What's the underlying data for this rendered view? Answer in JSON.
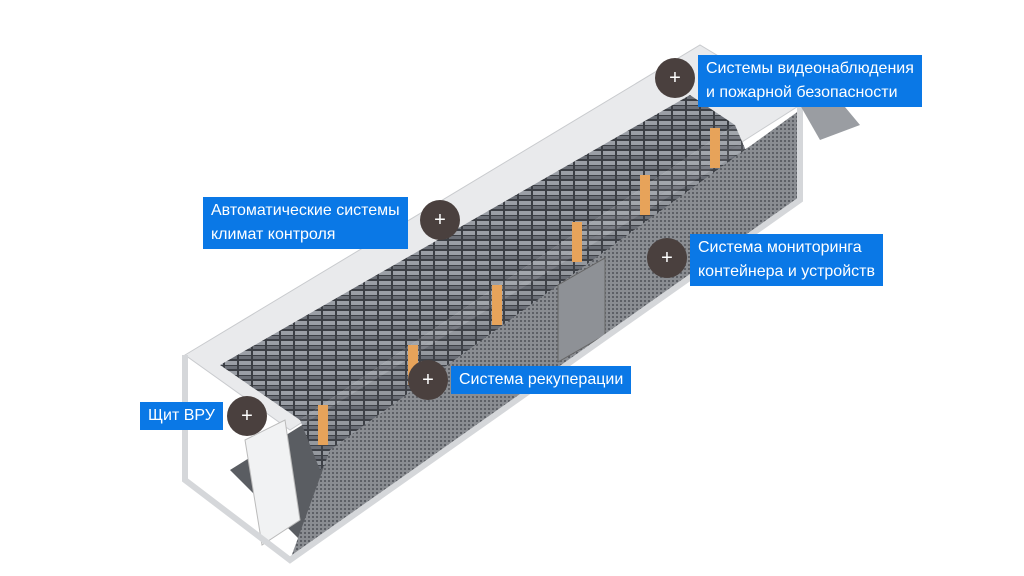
{
  "hotspots": [
    {
      "id": "video-fire",
      "label_line1": "Системы видеонаблюдения",
      "label_line2": "и пожарной безопасности",
      "icon": "plus-icon",
      "symbol": "+"
    },
    {
      "id": "climate",
      "label_line1": "Автоматические системы",
      "label_line2": "климат контроля",
      "icon": "plus-icon",
      "symbol": "+"
    },
    {
      "id": "monitoring",
      "label_line1": "Система мониторинга",
      "label_line2": "контейнера и устройств",
      "icon": "plus-icon",
      "symbol": "+"
    },
    {
      "id": "recuperation",
      "label_line1": "Система рекуперации",
      "icon": "plus-icon",
      "symbol": "+"
    },
    {
      "id": "switchboard",
      "label_line1": "Щит ВРУ",
      "icon": "plus-icon",
      "symbol": "+"
    }
  ],
  "colors": {
    "label_bg": "#0a78e6",
    "hotspot_bg": "#4a403e"
  }
}
